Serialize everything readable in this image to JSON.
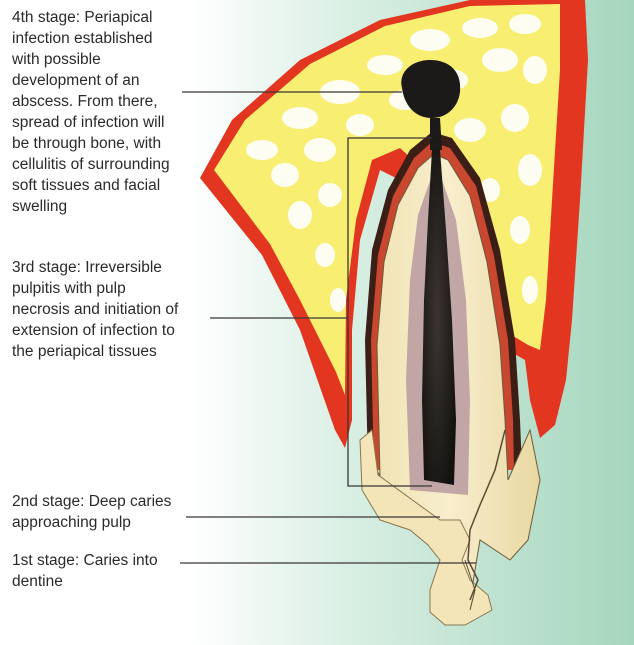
{
  "labels": {
    "stage4": "4th stage: Periapical\ninfection established\nwith possible\ndevelopment of an\nabscess. From there,\nspread of infection will\nbe through bone, with\ncellulitis of surrounding\nsoft tissues and facial\nswelling",
    "stage3": "3rd stage: Irreversible\npulpitis with pulp\nnecrosis and initiation of\nextension of infection to\nthe periapical tissues",
    "stage2": "2nd stage: Deep caries\napproaching pulp",
    "stage1": "1st stage: Caries into\ndentine"
  },
  "colors": {
    "background_mint": "#a8d8c0",
    "bone_yellow": "#f7ec6a",
    "bone_trabecular": "#ffffff",
    "gum_red": "#e0321e",
    "dentine": "#f3e7bf",
    "pulp_necrotic": "#1c1a18",
    "leader_line": "#3a3634"
  }
}
